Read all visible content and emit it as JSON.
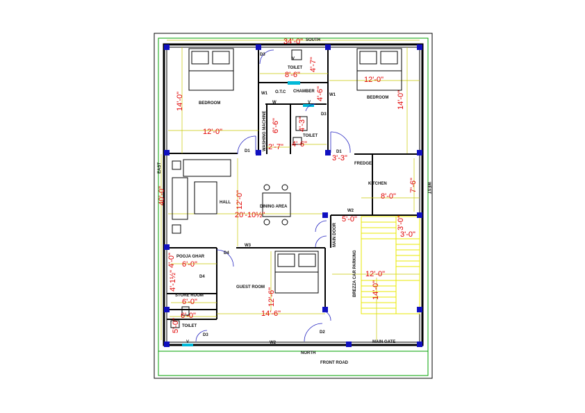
{
  "colors": {
    "wall": "#000000",
    "dim_text": "#e00000",
    "dim_line": "#c8c800",
    "border": "#00a000",
    "column": "#1010c0",
    "door": "#2020c0",
    "window": "#00b8d8",
    "stair": "#e8e800"
  },
  "compass": {
    "south": "SOUTH",
    "north": "NORTH",
    "east": "EAST",
    "west": "WEST"
  },
  "road": "FRONT ROAD",
  "rooms": {
    "bedroom_left": "BEDROOM",
    "bedroom_right": "BEDROOM",
    "toilet_top": "TOILET",
    "otc": "O.T.C",
    "chamber": "CHAMBER",
    "washing": "WASHING MACHINE",
    "toilet_mid": "TOILET",
    "fredge": "FREDGE",
    "kitchen": "KITCHEN",
    "hall": "HALL",
    "dining": "DINING AREA",
    "main_door": "MAIN DOOR",
    "pooja": "POOJA GHAR",
    "store": "STORE ROOM",
    "guest": "GUEST ROOM",
    "toilet_bottom": "TOILET",
    "parking": "BREZZA CAR PARKING",
    "main_gate": "MAIN GATE"
  },
  "tags": {
    "d3_top": "D3",
    "w1_left": "W1",
    "w1_right": "W1",
    "w_small": "W",
    "v_top": "V",
    "v_mid": "V",
    "d3_mid": "D3",
    "d1_left": "D1",
    "d1_right": "D1",
    "w2_mid": "W2",
    "w3": "W3",
    "d4_left": "D4",
    "d4_store": "D4",
    "d3_bottom": "D3",
    "v_bottom": "V",
    "w2_bottom": "W2",
    "d2": "D2"
  },
  "dims": {
    "top_width": "34'-0\"",
    "d_8_6": "8'-6\"",
    "d_4_7": "4'-7\"",
    "d_12_0_top": "12'-0\"",
    "d_14_0_left": "14'-0\"",
    "d_14_0_right": "14'-0\"",
    "d_4_6_v": "4'-6\"",
    "d_6_6": "6'-6\"",
    "d_12_0_left": "12'-0\"",
    "d_4_3": "4'-3\"",
    "d_4_6_h": "4'-6\"",
    "d_2_7": "2'-7\"",
    "d_3_3": "3'-3\"",
    "d_7_6": "7'-6\"",
    "d_8_0": "8'-0\"",
    "d_40_0": "40'-0\"",
    "d_12_0_hall": "12'-0\"",
    "d_20_10": "20'-10½\"",
    "d_5_0_a": "5'-0\"",
    "d_3_0": "3'-0\"",
    "d_4_0": "4'-0\"",
    "d_3_0_b": "3'-0\"",
    "d_6_0_a": "6'-0\"",
    "d_4_1": "4'-1½\"",
    "d_6_0_b": "6'-0\"",
    "d_12_6": "12'-6\"",
    "d_12_0_park": "12'-0\"",
    "d_14_0_park": "14'-0\"",
    "d_14_6": "14'-6\"",
    "d_6_0_c": "6'-0\"",
    "d_5_0_b": "5'-0\""
  }
}
